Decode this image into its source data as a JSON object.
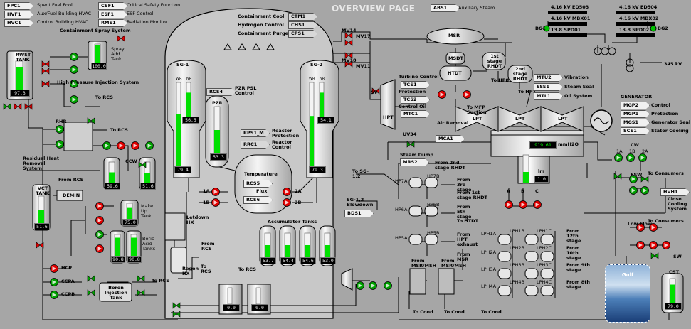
{
  "page_title": "OVERVIEW PAGE",
  "legend": [
    {
      "code": "FPC1",
      "text": "Spent Fuel Pool"
    },
    {
      "code": "HVF1",
      "text": "Aux/Fuel Building HVAC"
    },
    {
      "code": "HVC1",
      "text": "Control Building HVAC"
    },
    {
      "code": "CSF1",
      "text": "Critical Safety Function"
    },
    {
      "code": "ESF1",
      "text": "ESF Control"
    },
    {
      "code": "RMS1",
      "text": "Radiation Monitor"
    },
    {
      "code": "ABS1",
      "text": "Auxiliary Steam"
    }
  ],
  "containment": {
    "items": [
      {
        "label": "Containment Cool",
        "code": "CTM1"
      },
      {
        "label": "Hydrogen Control",
        "code": "CHS1"
      },
      {
        "label": "Containment Purge",
        "code": "CPS1"
      }
    ]
  },
  "tanks": {
    "rwst": {
      "label": "RWST TANK",
      "value": "97.3",
      "level": 0.8
    },
    "spray_add": {
      "label": "Spray Add Tank",
      "value": "100.0",
      "level": 0.95
    },
    "vct": {
      "label": "VCT TANK",
      "value": "51.6",
      "level": 0.5
    },
    "makeup": {
      "label": "Make Up Tank",
      "value": "75.0",
      "level": 0.7
    },
    "boric1": {
      "value": "90.8",
      "level": 0.85
    },
    "boric2": {
      "value": "90.8",
      "level": 0.85
    },
    "boric_label": "Boric Acid Tanks",
    "ccw1": {
      "value": "59.6",
      "level": 0.5
    },
    "ccw2": {
      "value": "51.6",
      "level": 0.45
    },
    "acc": [
      {
        "value": "53.7",
        "level": 0.5
      },
      {
        "value": "54.4",
        "level": 0.5
      },
      {
        "value": "54.6",
        "level": 0.5
      },
      {
        "value": "53.0",
        "level": 0.5
      }
    ],
    "acc_label": "Accumulator Tanks",
    "cst": {
      "label": "CST",
      "value": "79.0",
      "level": 0.75
    },
    "bottom1": {
      "value": "0.0",
      "level": 0
    },
    "bottom2": {
      "value": "0.0",
      "level": 0
    },
    "hotwell": {
      "value": "1.0",
      "level": 0.4
    }
  },
  "sg1": {
    "label": "SG-1",
    "wr": "WR",
    "nr": "NR",
    "value1": "56.5",
    "value2": "79.4",
    "level_wr": 0.62,
    "level_nr": 0.7
  },
  "sg2": {
    "label": "SG-2",
    "wr": "WR",
    "nr": "NR",
    "value1": "54.1",
    "value2": "79.3",
    "level_wr": 0.6,
    "level_nr": 0.7
  },
  "pzr": {
    "label": "PZR",
    "value": "53.3",
    "level": 0.5
  },
  "labels": {
    "containment_spray": "Containment Spray System",
    "hpi": "High Pressure Injection System",
    "to_rcs": "To RCS",
    "rhr": "RHR",
    "residual_heat": "Residual Heat Removal System",
    "from_rcs": "From RCS",
    "demin": "DEMIN",
    "hcp": "HCP",
    "ccpa": "CCPA",
    "ccpb": "CCPB",
    "boron_tank": "Boron Injection Tank",
    "to_rcs2": "To RCS",
    "to_rcs3": "To RCS",
    "letdown_hx": "Letdown HX",
    "regen_hx": "Regen HX",
    "from_rcs2": "From RCS",
    "to_rcs4": "To RCS",
    "rcs4": "RCS4",
    "pzr_psl": "PZR PSL Control",
    "rps1": "RPS1_M",
    "reactor_protection": "Reactor Protection",
    "rrc1": "RRC1",
    "reactor_control": "Reactor Control",
    "temperature": "Temperature",
    "rcs5": "RCS5",
    "flux": "Flux",
    "rcs6": "RCS6",
    "p1a": "1A",
    "p1b": "1B",
    "p2a": "2A",
    "p2b": "2B",
    "ccw": "CCW",
    "mv": [
      "MV14",
      "MV17",
      "MV18",
      "MV11"
    ],
    "sv": "SV",
    "hpt": "HPT",
    "msr": "MSR",
    "msdt": "MSDT",
    "htdt": "HTDT",
    "rhdt1": "1st stage RHDT",
    "rhdt2": "2nd stage RHDT",
    "to_hp8": "To HP8",
    "to_hp7": "To HP7",
    "to_mfp": "To MFP Suction",
    "air_removal": "Air Removal",
    "turbine_control": "Turbine Control",
    "tcs1": "TCS1",
    "protection": "Protection",
    "tcs2": "TCS2",
    "control_oil": "Control Oil",
    "mtc1": "MTC1",
    "lpt": "LPT",
    "mca1": "MCA1",
    "cond_value": "919.61",
    "cond_unit": "mmH2O",
    "uv": "UV34",
    "steam_dump": "Steam Dump",
    "mrs2": "MRS2",
    "to_sg12": "To SG-1,2",
    "sg_blowdown": "SG-1,2 Blowdown",
    "bds1": "BDS1",
    "from_2nd_rhdt": "From 2nd stage RHDT",
    "hp": [
      "HP7A",
      "HP7B",
      "HP6A",
      "HP6B",
      "HP5A",
      "HP5B"
    ],
    "from_3rd": "From 3rd stage",
    "from_1st_rhdt": "From 1st stage RHDT",
    "from_5th": "From 5th stage",
    "to_htdt": "To HTDT",
    "from_hpt_exhaust": "From HPT exhaust",
    "from_msr": "From MSR",
    "from_msr_msh": "From MSR/MSH",
    "to_cond": "To Cond",
    "lph": [
      "LPH1A",
      "LPH1B",
      "LPH1C",
      "LPH2A",
      "LPH2B",
      "LPH2C",
      "LPH3A",
      "LPH3B",
      "LPH3C",
      "LPH4A",
      "LPH4B",
      "LPH4C"
    ],
    "from_12th": "From 12th stage",
    "from_10th": "From 10th stage",
    "from_9th": "From 9th stage",
    "from_8th": "From 8th stage",
    "pumps_abc": [
      "A",
      "B",
      "C"
    ],
    "valves_ab": [
      "A",
      "B"
    ],
    "cw": "CW",
    "cw_ab": [
      "1A",
      "1B",
      "2A"
    ],
    "esw": "ESW",
    "to_consumers": "To Consumers",
    "hvh1": "HVH1",
    "close_cooling": "Close Cooling System",
    "low_flow": "Low Flow",
    "to_consumers2": "To Consumers",
    "sw": "SW",
    "gulf": "Gulf",
    "cond_lvl": "lm",
    "ab": [
      "A",
      "B"
    ]
  },
  "electrical": {
    "bus1": "4.16 kV ED503",
    "bus2": "4.16 kV ED504",
    "bus3": "4.16 kV MBX01",
    "bus4": "4.16 kV MBX02",
    "bus5": "13.8 SPD01",
    "bus6": "13.8 SPD02",
    "bg1": "BG1",
    "bg2": "BG2",
    "kv345": "345 kV"
  },
  "right_panel": [
    {
      "code": "MTU2",
      "text": "Vibration"
    },
    {
      "code": "SSS1",
      "text": "Steam Seal"
    },
    {
      "code": "MTL1",
      "text": "Oil System"
    }
  ],
  "generator": {
    "title": "GENERATOR",
    "items": [
      {
        "code": "MGP2",
        "text": "Control"
      },
      {
        "code": "MGP1",
        "text": "Protection"
      },
      {
        "code": "MGS1",
        "text": "Generator Seal"
      },
      {
        "code": "SCS1",
        "text": "Stator Cooling"
      }
    ]
  },
  "colors": {
    "bg": "#a6a6a6",
    "tank": "#e8e8e8",
    "level": "#00e000",
    "pump_on": "#00a000",
    "pump_off": "#e00000",
    "pipe": "#000000"
  }
}
